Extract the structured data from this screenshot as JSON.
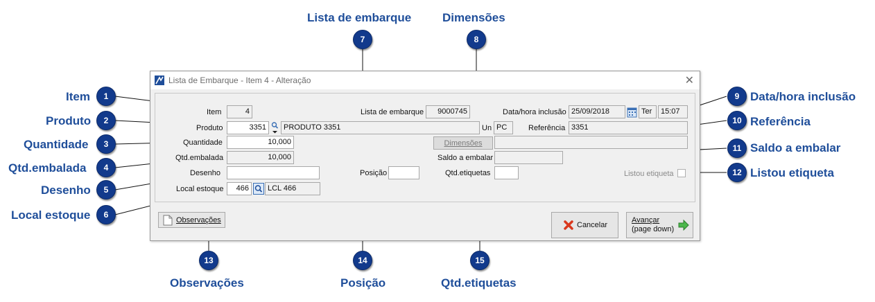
{
  "callouts": {
    "item": {
      "num": "1",
      "label": "Item"
    },
    "produto": {
      "num": "2",
      "label": "Produto"
    },
    "quantidade": {
      "num": "3",
      "label": "Quantidade"
    },
    "qtd_embalada": {
      "num": "4",
      "label": "Qtd.embalada"
    },
    "desenho": {
      "num": "5",
      "label": "Desenho"
    },
    "local_estoque": {
      "num": "6",
      "label": "Local estoque"
    },
    "lista_embarque": {
      "num": "7",
      "label": "Lista de embarque"
    },
    "dimensoes": {
      "num": "8",
      "label": "Dimensões"
    },
    "data_hora": {
      "num": "9",
      "label": "Data/hora inclusão"
    },
    "referencia": {
      "num": "10",
      "label": "Referência"
    },
    "saldo": {
      "num": "11",
      "label": "Saldo a embalar"
    },
    "listou": {
      "num": "12",
      "label": "Listou etiqueta"
    },
    "observacoes": {
      "num": "13",
      "label": "Observações"
    },
    "posicao": {
      "num": "14",
      "label": "Posição"
    },
    "qtd_etiquetas": {
      "num": "15",
      "label": "Qtd.etiquetas"
    }
  },
  "window": {
    "title": "Lista de Embarque - Item 4 - Alteração",
    "close_glyph": "✕"
  },
  "form": {
    "item": {
      "label": "Item",
      "value": "4"
    },
    "lista_embarque": {
      "label": "Lista de embarque",
      "value": "9000745"
    },
    "data_hora": {
      "label": "Data/hora inclusão",
      "date": "25/09/2018",
      "weekday": "Ter",
      "time": "15:07"
    },
    "produto": {
      "label": "Produto",
      "code": "3351",
      "desc": "PRODUTO 3351"
    },
    "un": {
      "label": "Un",
      "value": "PC"
    },
    "referencia": {
      "label": "Referência",
      "value": "3351"
    },
    "quantidade": {
      "label": "Quantidade",
      "value": "10,000"
    },
    "dimensoes": {
      "button": "Dimensões",
      "value": ""
    },
    "qtd_embalada": {
      "label": "Qtd.embalada",
      "value": "10,000"
    },
    "saldo": {
      "label": "Saldo a embalar",
      "value": ""
    },
    "desenho": {
      "label": "Desenho",
      "value": ""
    },
    "posicao": {
      "label": "Posição",
      "value": ""
    },
    "qtd_etiquetas": {
      "label": "Qtd.etiquetas",
      "value": ""
    },
    "listou": {
      "label": "Listou etiqueta",
      "checked": false
    },
    "local_estoque": {
      "label": "Local estoque",
      "code": "466",
      "desc": "LCL 466"
    }
  },
  "buttons": {
    "observacoes": "Observações",
    "cancelar": "Cancelar",
    "avancar_line1": "Avançar",
    "avancar_line2": "(page down)"
  },
  "icons": {
    "search": "search-icon",
    "calendar": "calendar-icon",
    "cancel": "cancel-x-icon",
    "next": "green-arrow-right-icon",
    "notes": "document-icon"
  }
}
